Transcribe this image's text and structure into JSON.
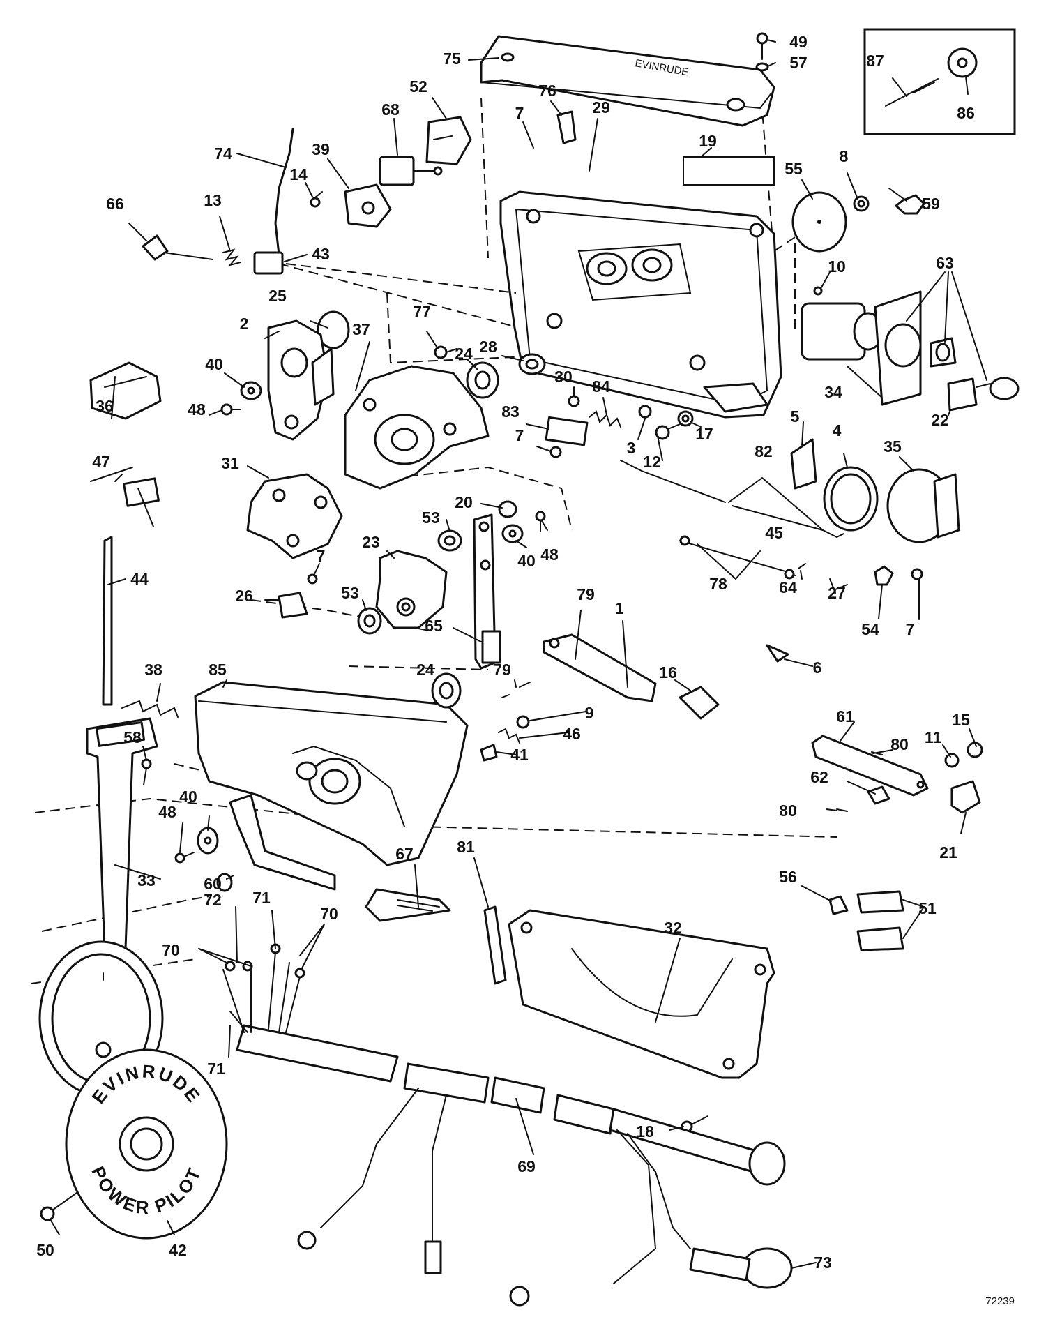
{
  "diagram": {
    "reference_number": "72239",
    "cover_text": {
      "line1": "EVINRUDE",
      "line2": "POWER PILOT"
    },
    "callouts": [
      {
        "id": "c75",
        "text": "75"
      },
      {
        "id": "c49",
        "text": "49"
      },
      {
        "id": "c57",
        "text": "57"
      },
      {
        "id": "c87",
        "text": "87"
      },
      {
        "id": "c86",
        "text": "86"
      },
      {
        "id": "c52",
        "text": "52"
      },
      {
        "id": "c76",
        "text": "76"
      },
      {
        "id": "c68",
        "text": "68"
      },
      {
        "id": "c7a",
        "text": "7"
      },
      {
        "id": "c29",
        "text": "29"
      },
      {
        "id": "c19",
        "text": "19"
      },
      {
        "id": "c74",
        "text": "74"
      },
      {
        "id": "c39",
        "text": "39"
      },
      {
        "id": "c14",
        "text": "14"
      },
      {
        "id": "c8",
        "text": "8"
      },
      {
        "id": "c55",
        "text": "55"
      },
      {
        "id": "c59",
        "text": "59"
      },
      {
        "id": "c66",
        "text": "66"
      },
      {
        "id": "c13",
        "text": "13"
      },
      {
        "id": "c43",
        "text": "43"
      },
      {
        "id": "c10",
        "text": "10"
      },
      {
        "id": "c63",
        "text": "63"
      },
      {
        "id": "c25",
        "text": "25"
      },
      {
        "id": "c77",
        "text": "77"
      },
      {
        "id": "c2",
        "text": "2"
      },
      {
        "id": "c37",
        "text": "37"
      },
      {
        "id": "c40a",
        "text": "40"
      },
      {
        "id": "c24a",
        "text": "24"
      },
      {
        "id": "c28",
        "text": "28"
      },
      {
        "id": "c48a",
        "text": "48"
      },
      {
        "id": "c30",
        "text": "30"
      },
      {
        "id": "c84",
        "text": "84"
      },
      {
        "id": "c36",
        "text": "36"
      },
      {
        "id": "c83",
        "text": "83"
      },
      {
        "id": "c34",
        "text": "34"
      },
      {
        "id": "c22",
        "text": "22"
      },
      {
        "id": "c7b",
        "text": "7"
      },
      {
        "id": "c3",
        "text": "3"
      },
      {
        "id": "c17",
        "text": "17"
      },
      {
        "id": "c5",
        "text": "5"
      },
      {
        "id": "c4",
        "text": "4"
      },
      {
        "id": "c35",
        "text": "35"
      },
      {
        "id": "c12",
        "text": "12"
      },
      {
        "id": "c82",
        "text": "82"
      },
      {
        "id": "c31",
        "text": "31"
      },
      {
        "id": "c47",
        "text": "47"
      },
      {
        "id": "c20",
        "text": "20"
      },
      {
        "id": "c45",
        "text": "45"
      },
      {
        "id": "c53a",
        "text": "53"
      },
      {
        "id": "c48b",
        "text": "48"
      },
      {
        "id": "c23",
        "text": "23"
      },
      {
        "id": "c40b",
        "text": "40"
      },
      {
        "id": "c7c",
        "text": "7"
      },
      {
        "id": "c44",
        "text": "44"
      },
      {
        "id": "c78",
        "text": "78"
      },
      {
        "id": "c64",
        "text": "64"
      },
      {
        "id": "c27",
        "text": "27"
      },
      {
        "id": "c26",
        "text": "26"
      },
      {
        "id": "c53b",
        "text": "53"
      },
      {
        "id": "c79a",
        "text": "79"
      },
      {
        "id": "c1",
        "text": "1"
      },
      {
        "id": "c54",
        "text": "54"
      },
      {
        "id": "c7d",
        "text": "7"
      },
      {
        "id": "c65",
        "text": "65"
      },
      {
        "id": "c6",
        "text": "6"
      },
      {
        "id": "c38",
        "text": "38"
      },
      {
        "id": "c85",
        "text": "85"
      },
      {
        "id": "c24b",
        "text": "24"
      },
      {
        "id": "c79b",
        "text": "79"
      },
      {
        "id": "c16",
        "text": "16"
      },
      {
        "id": "c9",
        "text": "9"
      },
      {
        "id": "c61",
        "text": "61"
      },
      {
        "id": "c15",
        "text": "15"
      },
      {
        "id": "c58",
        "text": "58"
      },
      {
        "id": "c46",
        "text": "46"
      },
      {
        "id": "c80a",
        "text": "80"
      },
      {
        "id": "c11",
        "text": "11"
      },
      {
        "id": "c41",
        "text": "41"
      },
      {
        "id": "c62",
        "text": "62"
      },
      {
        "id": "c40c",
        "text": "40"
      },
      {
        "id": "c48c",
        "text": "48"
      },
      {
        "id": "c80b",
        "text": "80"
      },
      {
        "id": "c21",
        "text": "21"
      },
      {
        "id": "c33",
        "text": "33"
      },
      {
        "id": "c67",
        "text": "67"
      },
      {
        "id": "c60",
        "text": "60"
      },
      {
        "id": "c81",
        "text": "81"
      },
      {
        "id": "c56",
        "text": "56"
      },
      {
        "id": "c51",
        "text": "51"
      },
      {
        "id": "c32",
        "text": "32"
      },
      {
        "id": "c72",
        "text": "72"
      },
      {
        "id": "c71a",
        "text": "71"
      },
      {
        "id": "c70a",
        "text": "70"
      },
      {
        "id": "c70b",
        "text": "70"
      },
      {
        "id": "c71b",
        "text": "71"
      },
      {
        "id": "c18",
        "text": "18"
      },
      {
        "id": "c69",
        "text": "69"
      },
      {
        "id": "c50",
        "text": "50"
      },
      {
        "id": "c42",
        "text": "42"
      },
      {
        "id": "c73",
        "text": "73"
      }
    ]
  }
}
